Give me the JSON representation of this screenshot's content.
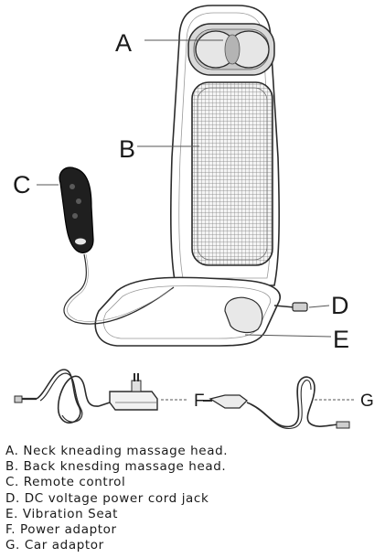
{
  "callouts": {
    "a": "A",
    "b": "B",
    "c": "C",
    "d": "D",
    "e": "E",
    "f": "F",
    "g": "G"
  },
  "legend": [
    "A. Neck kneading massage head.",
    "B. Back knesding massage head.",
    "C. Remote control",
    "D. DC voltage power cord jack",
    "E. Vibration Seat",
    "F. Power adaptor",
    "G. Car adaptor"
  ]
}
